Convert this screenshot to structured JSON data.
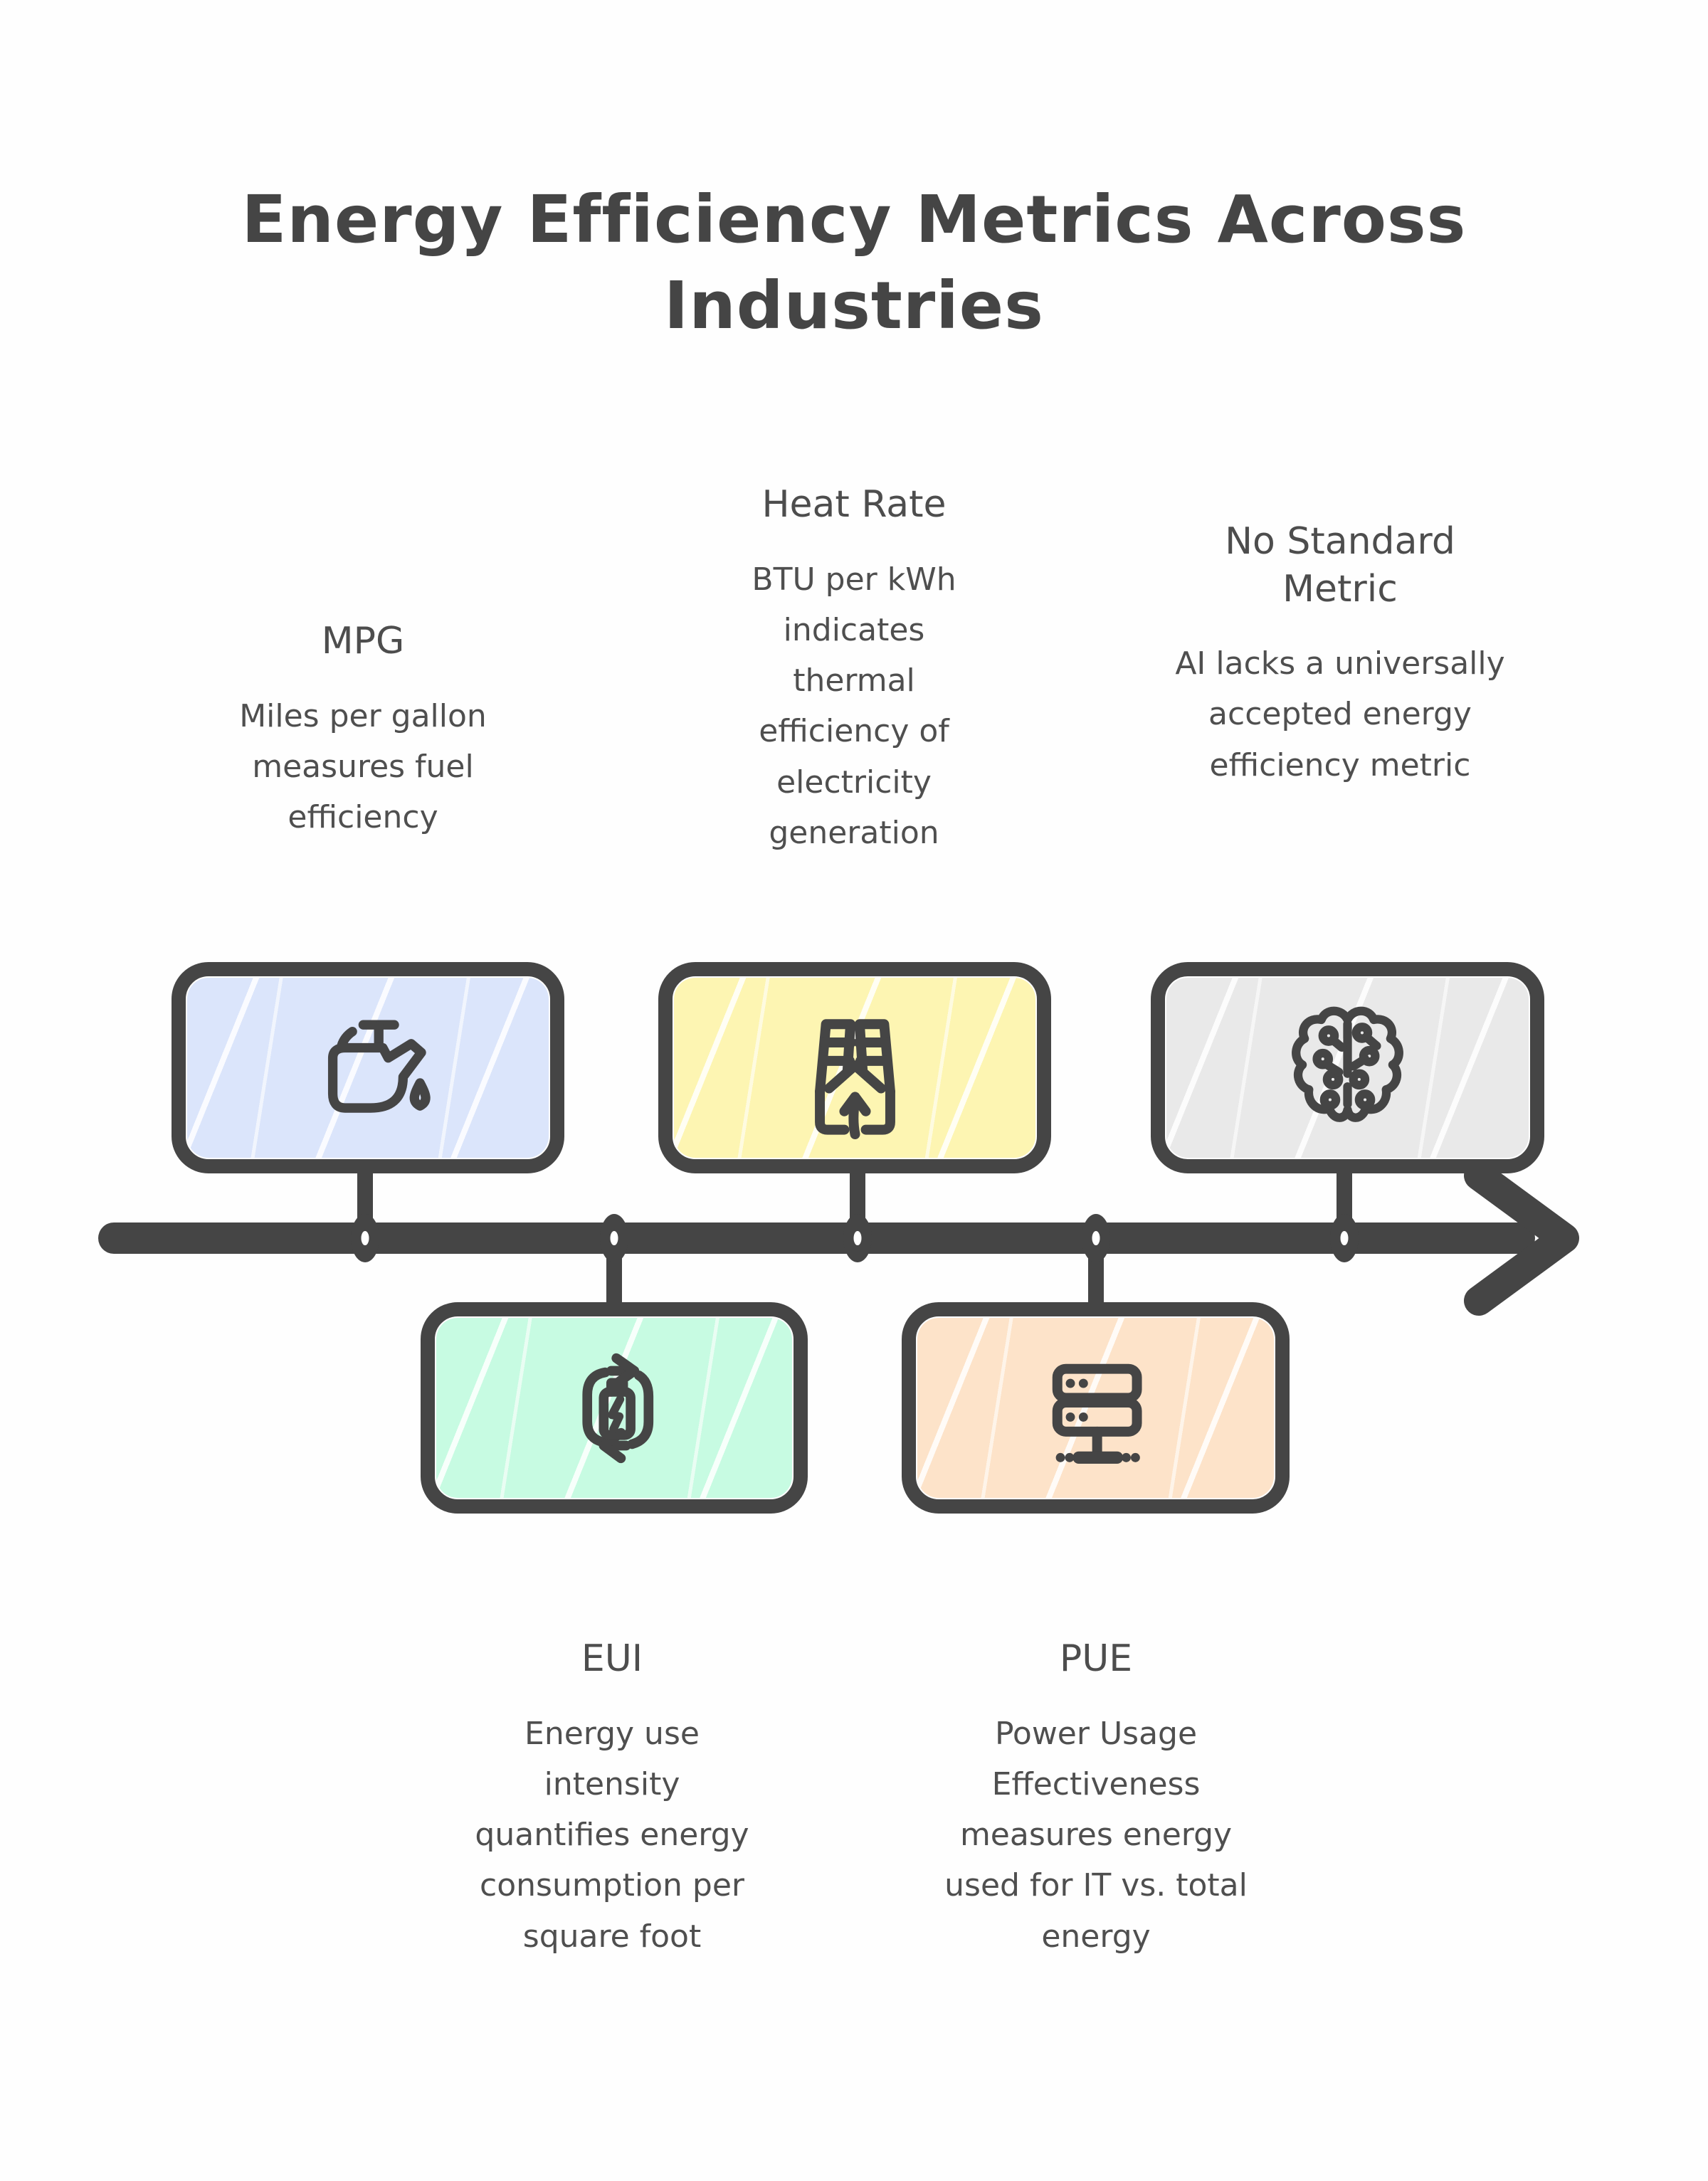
{
  "page": {
    "title_line1": "Energy Efficiency Metrics Across",
    "title_line2": "Industries",
    "background": "#fefefe",
    "stroke_color": "#454545",
    "text_color": "#4f4f4f"
  },
  "metrics": [
    {
      "id": "mpg",
      "label": "MPG",
      "description": "Miles per gallon measures fuel efficiency",
      "icon": "oil-can-icon",
      "fill_color": "#dbe5fb",
      "position": "above-timeline"
    },
    {
      "id": "heat-rate",
      "label": "Heat Rate",
      "description": "BTU per kWh indicates thermal efficiency of electricity generation",
      "icon": "power-plant-icon",
      "fill_color": "#fdf5b2",
      "position": "above-timeline"
    },
    {
      "id": "no-standard-metric",
      "label": "No Standard Metric",
      "description": "AI lacks a universally accepted energy efficiency metric",
      "icon": "ai-brain-icon",
      "fill_color": "#e9e9e9",
      "position": "above-timeline"
    },
    {
      "id": "eui",
      "label": "EUI",
      "description": "Energy use intensity quantifies energy consumption per square foot",
      "icon": "battery-recycle-icon",
      "fill_color": "#c7fbe2",
      "position": "below-timeline"
    },
    {
      "id": "pue",
      "label": "PUE",
      "description": "Power Usage Effectiveness measures energy used for IT vs. total energy",
      "icon": "server-rack-icon",
      "fill_color": "#fde3c9",
      "position": "below-timeline"
    }
  ],
  "timeline": {
    "node_count": 5,
    "direction": "right"
  }
}
